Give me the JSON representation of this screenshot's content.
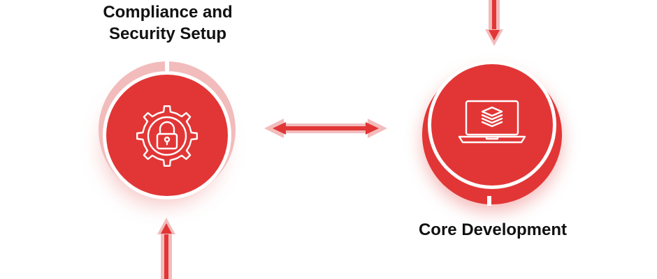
{
  "nodes": {
    "left": {
      "label": "Compliance and\nSecurity Setup",
      "icon": "gear-lock-icon"
    },
    "right": {
      "label": "Core Development",
      "icon": "laptop-layers-icon"
    }
  },
  "connectors": [
    {
      "name": "incoming-arrow-top",
      "direction": "down"
    },
    {
      "name": "bidirectional-arrow",
      "direction": "both"
    },
    {
      "name": "incoming-arrow-bottom",
      "direction": "up"
    }
  ],
  "colors": {
    "accent": "#e23636",
    "light_accent": "#f2bcbc",
    "text": "#111111",
    "background": "#ffffff"
  }
}
